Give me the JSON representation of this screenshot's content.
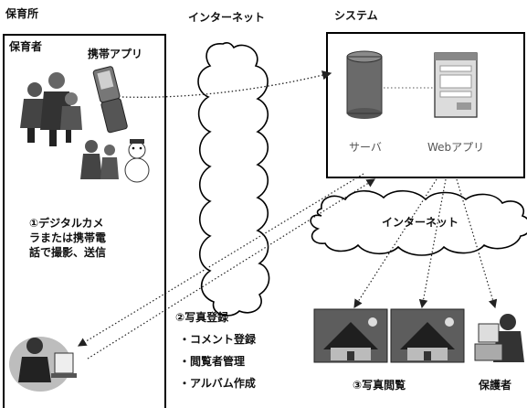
{
  "nursery": {
    "title": "保育所",
    "caregiver_label": "保育者",
    "mobile_app_label": "携帯アプリ",
    "step1_text": "①デジタルカメラまたは携帯電話で撮影、送信"
  },
  "internet_left_label": "インターネット",
  "system": {
    "title": "システム",
    "server_label": "サーバ",
    "webapp_label": "Webアプリ"
  },
  "internet_right_label": "インターネット",
  "step2": {
    "title": "②写真登録",
    "items": [
      "・コメント登録",
      "・閲覧者管理",
      "・アルバム作成"
    ]
  },
  "step3_label": "③写真閲覧",
  "guardian_label": "保護者",
  "icons": {
    "family": "family-people-icon",
    "kids_snowman": "children-snowman-icon",
    "phone": "flip-phone-icon",
    "server": "database-server-icon",
    "webapp": "web-app-window-icon",
    "photo": "house-photo-icon",
    "operator": "person-at-computer-icon",
    "guardian": "person-at-pc-icon",
    "cloud": "cloud-icon"
  }
}
